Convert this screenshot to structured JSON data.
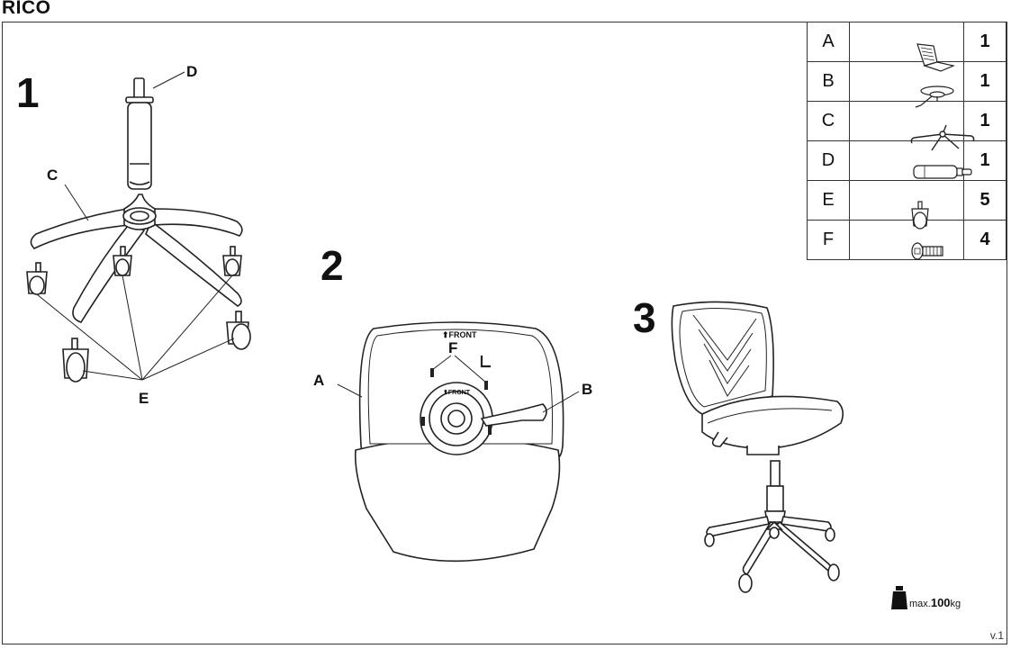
{
  "title": "RICO",
  "version": "v.1",
  "steps": {
    "s1": "1",
    "s2": "2",
    "s3": "3"
  },
  "labels": {
    "step1": {
      "D": "D",
      "C": "C",
      "E": "E"
    },
    "step2": {
      "A": "A",
      "B": "B",
      "F": "F",
      "front_top": "FRONT",
      "front_plate": "FRONT",
      "arrow": "⬆"
    }
  },
  "parts": [
    {
      "code": "A",
      "icon": "seat-icon",
      "qty": "1"
    },
    {
      "code": "B",
      "icon": "mechanism-icon",
      "qty": "1"
    },
    {
      "code": "C",
      "icon": "base-icon",
      "qty": "1"
    },
    {
      "code": "D",
      "icon": "gas-lift-icon",
      "qty": "1"
    },
    {
      "code": "E",
      "icon": "caster-icon",
      "qty": "5"
    },
    {
      "code": "F",
      "icon": "screw-icon",
      "qty": "4"
    }
  ],
  "max_load": {
    "prefix": "max.",
    "value": "100",
    "unit": "kg",
    "icon": "weight-icon"
  }
}
